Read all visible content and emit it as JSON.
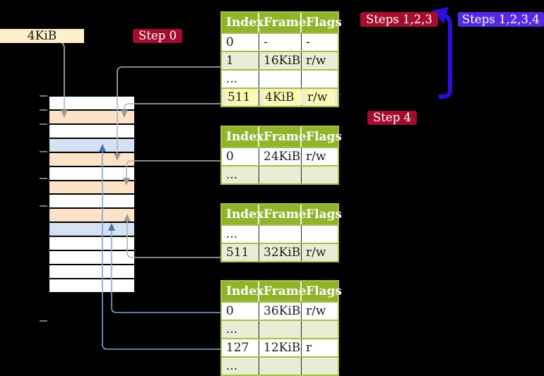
{
  "colors": {
    "bg": "#000000",
    "header_green": "#92b32c",
    "border_green": "#a4bf45",
    "row_green": "#e9edd5",
    "highlight_yellow": "#fbfab2",
    "label_red": "#a50d2e",
    "label_purple": "#5529e4",
    "arrow_blue": "#2b10dc",
    "box_beige": "#fdefca",
    "mem_orange": "#fce2c6",
    "mem_blue": "#d4e2f4",
    "conn_gray": "#b4b4b4",
    "conn_gray_head": "#9b9b9b",
    "conn_blue": "#84a4d4",
    "conn_blue_head": "#4d72a8",
    "tick_gray": "#7a7a7a"
  },
  "frame_box": {
    "label": "4KiB"
  },
  "step_labels": {
    "step0": "Step 0",
    "steps123": "Steps 1,2,3",
    "steps1234": "Steps 1,2,3,4",
    "step4": "Step 4"
  },
  "table_headers": [
    "Index",
    "Frame",
    "Flags"
  ],
  "tables": {
    "t1": {
      "rows": [
        [
          "0",
          "-",
          "-"
        ],
        [
          "1",
          "16KiB",
          "r/w"
        ],
        [
          "...",
          "",
          ""
        ],
        [
          "511",
          "4KiB",
          "r/w"
        ]
      ]
    },
    "t2": {
      "rows": [
        [
          "0",
          "24KiB",
          "r/w"
        ],
        [
          "...",
          "",
          ""
        ]
      ]
    },
    "t3": {
      "rows": [
        [
          "...",
          "",
          ""
        ],
        [
          "511",
          "32KiB",
          "r/w"
        ]
      ]
    },
    "t4": {
      "rows": [
        [
          "0",
          "36KiB",
          "r/w"
        ],
        [
          "...",
          "",
          ""
        ],
        [
          "127",
          "12KiB",
          "r"
        ],
        [
          "...",
          "",
          ""
        ]
      ]
    }
  },
  "memory_stack": {
    "rows": [
      "white",
      "orange",
      "white",
      "blue",
      "orange",
      "white",
      "orange",
      "white",
      "orange",
      "blue",
      "white",
      "white",
      "white",
      "white"
    ]
  }
}
